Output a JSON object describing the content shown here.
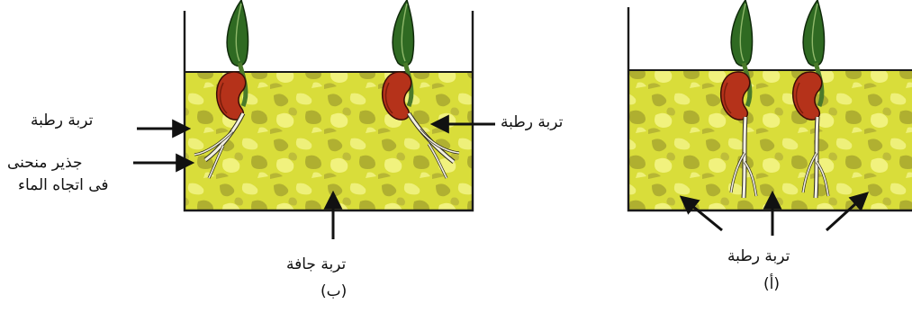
{
  "labels": {
    "moist_soil": "تربة رطبة",
    "root_curved": "جذير منحنى",
    "toward_water": "فى اتجاه الماء",
    "dry_soil": "تربة جافة",
    "panel_b": "(ب)",
    "panel_a": "(أ)"
  },
  "colors": {
    "soil_fill": "#d9dd3a",
    "soil_dark": "#9d9b2c",
    "soil_light": "#eef07a",
    "seed": "#b5321a",
    "leaf": "#2f6a22",
    "root": "#f2efe2",
    "outline": "#1a1a1a"
  }
}
